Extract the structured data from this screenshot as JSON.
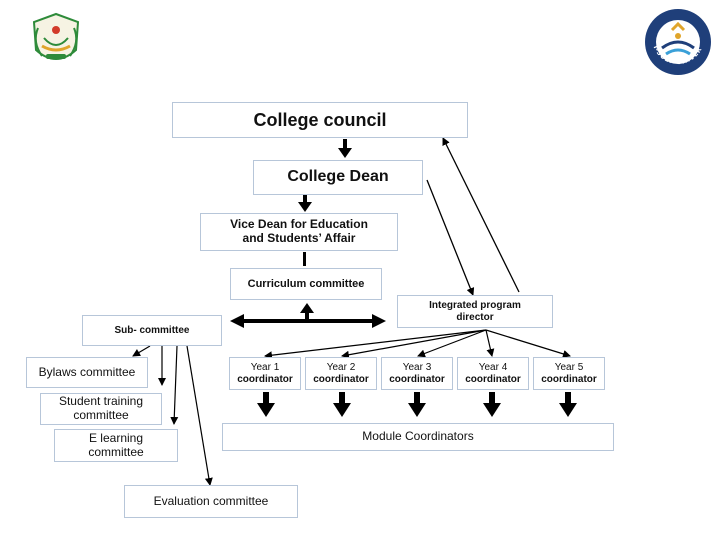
{
  "nodes": {
    "college_council": "College council",
    "college_dean": "College Dean",
    "vice_dean_line1": "Vice Dean for Education",
    "vice_dean_line2": "and Students’ Affair",
    "curriculum": "Curriculum committee",
    "program_director_line1": "Integrated program",
    "program_director_line2": "director",
    "sub_committee": "Sub- committee",
    "bylaws": "Bylaws committee",
    "student_training_line1": "Student training",
    "student_training_line2": "committee",
    "elearning_line1": "E learning",
    "elearning_line2": "committee",
    "evaluation": "Evaluation committee",
    "module_coordinators": "Module Coordinators"
  },
  "years": [
    {
      "label": "Year 1",
      "role": "coordinator"
    },
    {
      "label": "Year 2",
      "role": "coordinator"
    },
    {
      "label": "Year 3",
      "role": "coordinator"
    },
    {
      "label": "Year 4",
      "role": "coordinator"
    },
    {
      "label": "Year 5",
      "role": "coordinator"
    }
  ],
  "logos": {
    "left_icon": "faculty-emblem-icon",
    "right_icon": "university-seal-icon",
    "right_seal_text": "BENI-SUEF UNIVERSITY",
    "colors": {
      "green": "#2e8b3a",
      "red": "#d23b2a",
      "gold": "#e0a52b",
      "navy": "#1f3f7a"
    }
  }
}
